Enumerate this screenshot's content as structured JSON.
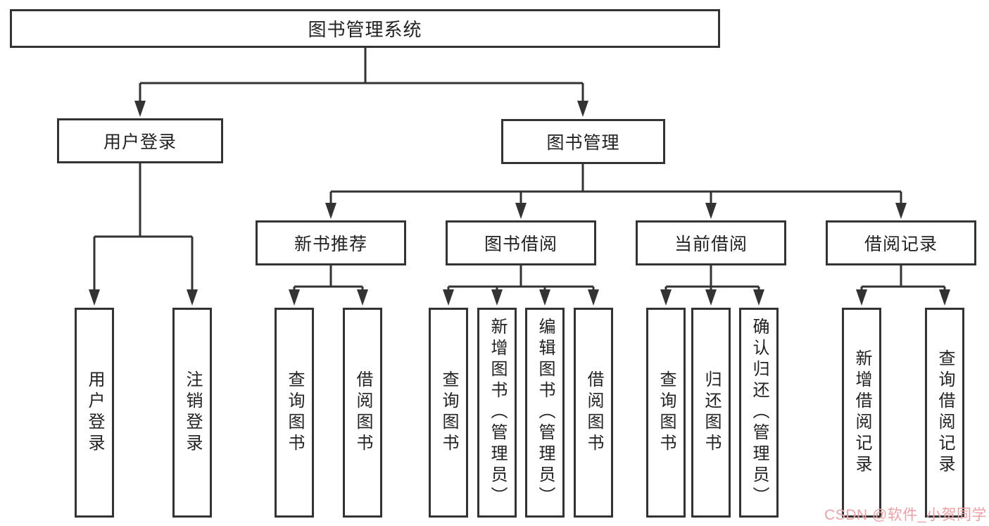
{
  "root": {
    "label": "图书管理系统"
  },
  "branches": [
    {
      "label": "用户登录",
      "children": [
        {
          "label": "用户登录"
        },
        {
          "label": "注销登录"
        }
      ]
    },
    {
      "label": "图书管理",
      "children": [
        {
          "label": "新书推荐",
          "children": [
            {
              "label": "查询图书"
            },
            {
              "label": "借阅图书"
            }
          ]
        },
        {
          "label": "图书借阅",
          "children": [
            {
              "label": "查询图书"
            },
            {
              "label": "新增图书（管理员）"
            },
            {
              "label": "编辑图书（管理员）"
            },
            {
              "label": "借阅图书"
            }
          ]
        },
        {
          "label": "当前借阅",
          "children": [
            {
              "label": "查询图书"
            },
            {
              "label": "归还图书"
            },
            {
              "label": "确认归还（管理员）"
            }
          ]
        },
        {
          "label": "借阅记录",
          "children": [
            {
              "label": "新增借阅记录"
            },
            {
              "label": "查询借阅记录"
            }
          ]
        }
      ]
    }
  ],
  "watermark": {
    "text": "CSDN @软件_小贺同学",
    "color": "#f0a0a5"
  },
  "colors": {
    "line": "#333333",
    "box_border": "#333333",
    "box_fill": "#ffffff",
    "text": "#222222"
  }
}
